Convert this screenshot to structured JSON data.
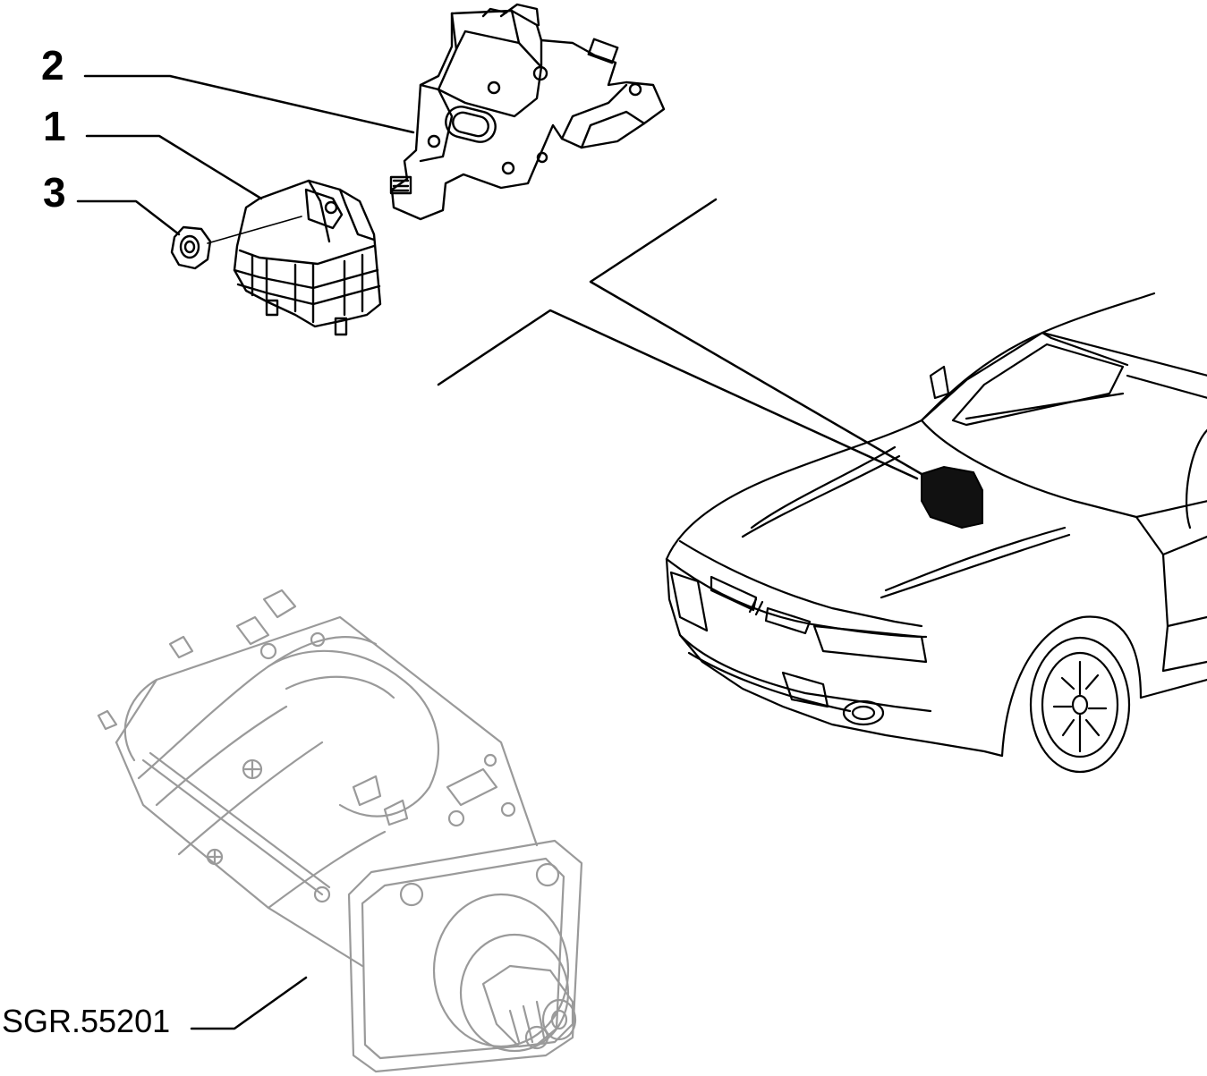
{
  "callouts": [
    {
      "number": "2",
      "part": "bracket"
    },
    {
      "number": "1",
      "part": "relay-unit"
    },
    {
      "number": "3",
      "part": "nut"
    }
  ],
  "reference_code": "SGR.55201",
  "colors": {
    "line": "#000000",
    "faded_line": "#9a9a9a",
    "background": "#ffffff",
    "highlight_fill": "#111111"
  }
}
